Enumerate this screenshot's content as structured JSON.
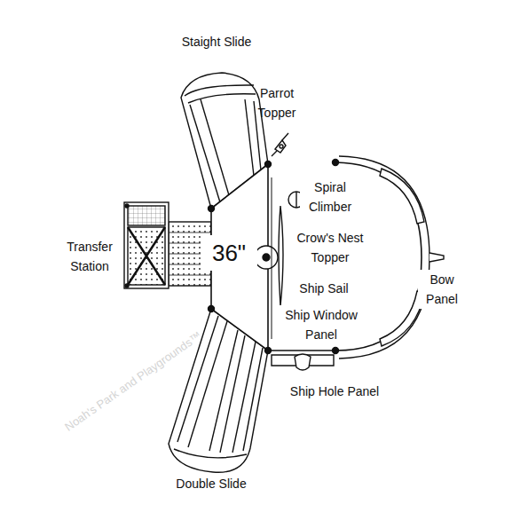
{
  "diagram": {
    "labels": [
      "Staight Slide",
      "Parrot Topper",
      "Spiral Climber",
      "Crow's Nest Topper",
      "Ship Sail",
      "Ship Window Panel",
      "Bow Panel",
      "Transfer Station",
      "36\"",
      "Ship Hole Panel",
      "Double Slide",
      "Noah's Park and Playgrounds™"
    ]
  }
}
